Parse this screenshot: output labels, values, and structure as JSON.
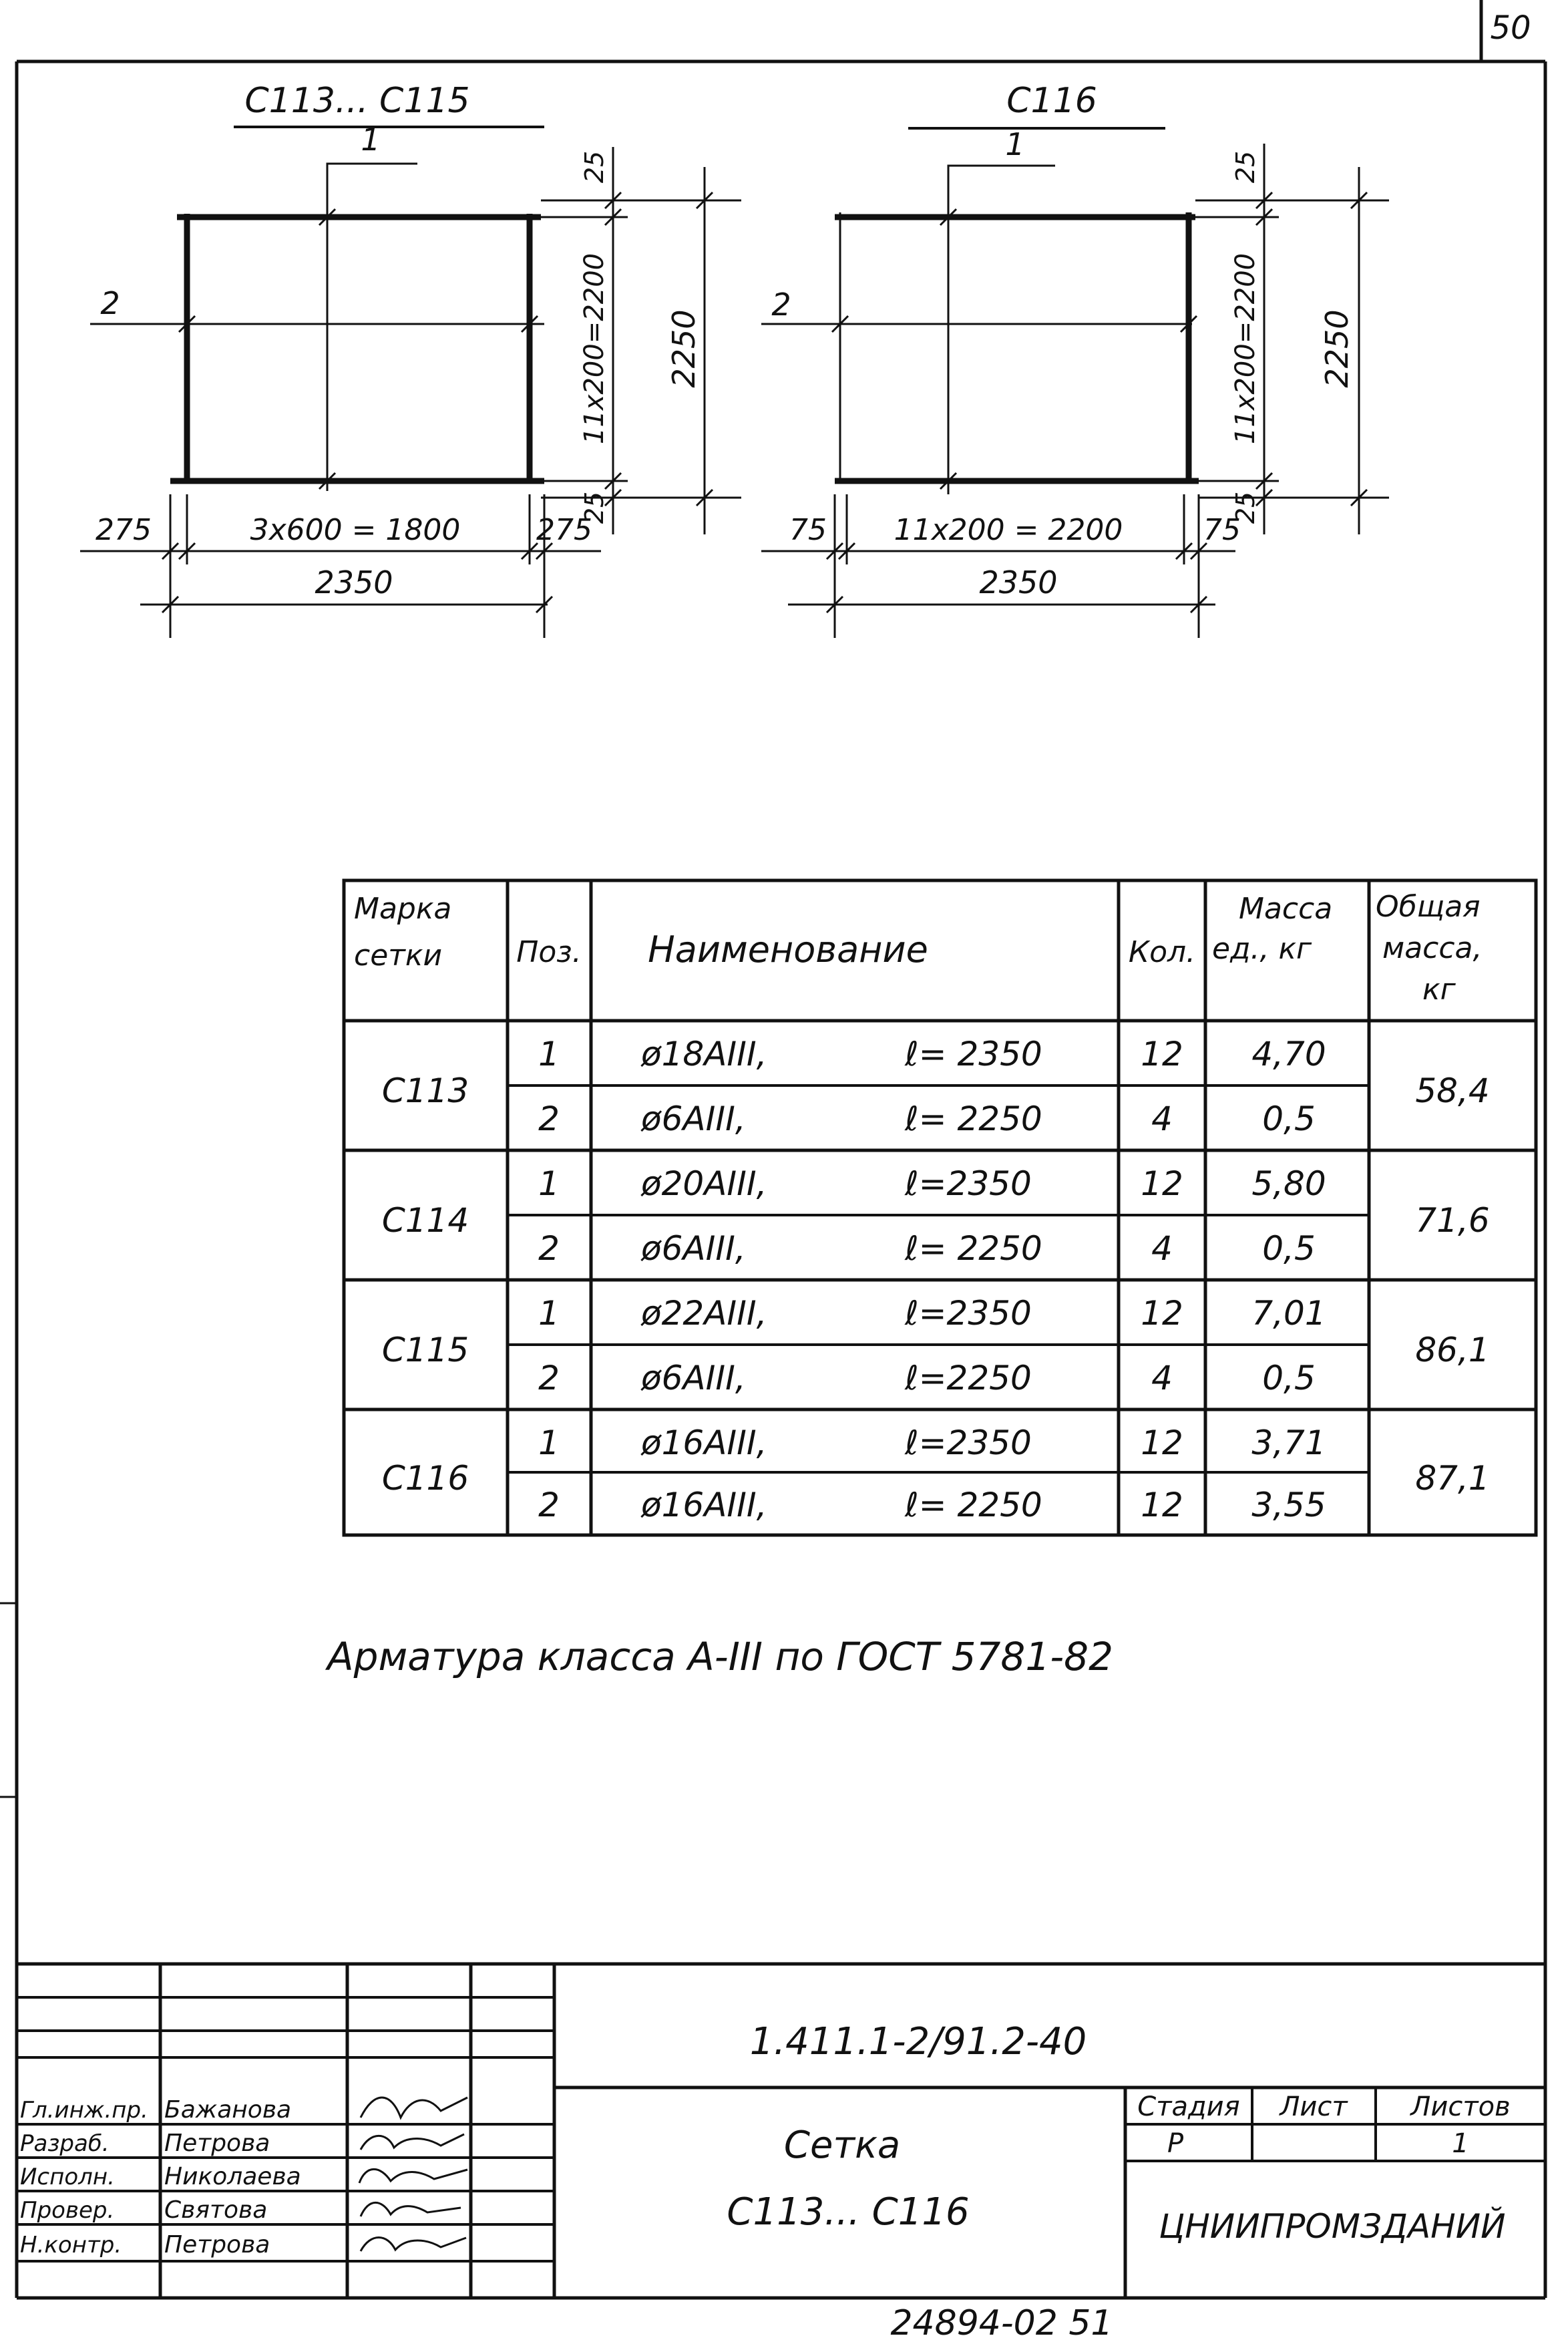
{
  "sheet": {
    "page_number": "50",
    "bottom_number": "24894-02  51"
  },
  "drawings": [
    {
      "title": "С113... С115",
      "pos1": "1",
      "pos2": "2",
      "dims": {
        "left_edge": "275",
        "span": "3х600 = 1800",
        "right_edge": "275",
        "total_width": "2350",
        "top_edge": "25",
        "bottom_edge": "25",
        "vertical_span": "11х200=2200",
        "total_height": "2250"
      }
    },
    {
      "title": "С116",
      "pos1": "1",
      "pos2": "2",
      "dims": {
        "left_edge": "75",
        "span": "11х200 = 2200",
        "right_edge": "75",
        "total_width": "2350",
        "top_edge": "25",
        "bottom_edge": "25",
        "vertical_span": "11х200=2200",
        "total_height": "2250"
      }
    }
  ],
  "spec_table": {
    "headers": {
      "mark": [
        "Марка",
        "сетки"
      ],
      "pos": "Поз.",
      "name": "Наименование",
      "qty": "Кол.",
      "unit_mass": [
        "Масса",
        "ед., кг"
      ],
      "total_mass": [
        "Общая",
        "масса,",
        "кг"
      ]
    },
    "groups": [
      {
        "mark": "С113",
        "total_mass": "58,4",
        "rows": [
          {
            "pos": "1",
            "bar": "ø18АIII,",
            "length": "ℓ= 2350",
            "qty": "12",
            "mass": "4,70"
          },
          {
            "pos": "2",
            "bar": "ø6АIII,",
            "length": "ℓ= 2250",
            "qty": "4",
            "mass": "0,5"
          }
        ]
      },
      {
        "mark": "С114",
        "total_mass": "71,6",
        "rows": [
          {
            "pos": "1",
            "bar": "ø20АIII,",
            "length": "ℓ=2350",
            "qty": "12",
            "mass": "5,80"
          },
          {
            "pos": "2",
            "bar": "ø6АIII,",
            "length": "ℓ= 2250",
            "qty": "4",
            "mass": "0,5"
          }
        ]
      },
      {
        "mark": "С115",
        "total_mass": "86,1",
        "rows": [
          {
            "pos": "1",
            "bar": "ø22АIII,",
            "length": "ℓ=2350",
            "qty": "12",
            "mass": "7,01"
          },
          {
            "pos": "2",
            "bar": "ø6АIII,",
            "length": "ℓ=2250",
            "qty": "4",
            "mass": "0,5"
          }
        ]
      },
      {
        "mark": "С116",
        "total_mass": "87,1",
        "rows": [
          {
            "pos": "1",
            "bar": "ø16АIII,",
            "length": "ℓ=2350",
            "qty": "12",
            "mass": "3,71"
          },
          {
            "pos": "2",
            "bar": "ø16АIII,",
            "length": "ℓ= 2250",
            "qty": "12",
            "mass": "3,55"
          }
        ]
      }
    ]
  },
  "note": "Арматура  класса  А-III по ГОСТ 5781-82",
  "title_block": {
    "doc_code": "1.411.1-2/91.2-40",
    "title": [
      "Сетка",
      "С113... С116"
    ],
    "stage_header": "Стадия",
    "sheet_header": "Лист",
    "sheets_header": "Листов",
    "stage": "Р",
    "sheet": "",
    "sheets": "1",
    "organization": "ЦНИИПРОМЗДАНИЙ",
    "signers": [
      {
        "role": "Гл.инж.пр.",
        "name": "Бажанова"
      },
      {
        "role": "Разраб.",
        "name": "Петрова"
      },
      {
        "role": "Исполн.",
        "name": "Николаева"
      },
      {
        "role": "Провер.",
        "name": "Святова"
      },
      {
        "role": "Н.контр.",
        "name": "Петрова"
      }
    ]
  }
}
